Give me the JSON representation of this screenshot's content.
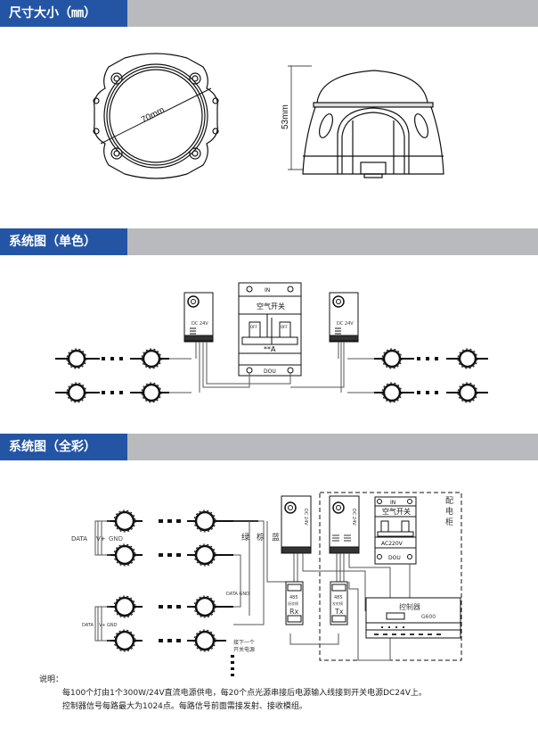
{
  "sections": {
    "size": {
      "title": "尺寸大小（㎜）"
    },
    "mono": {
      "title": "系统图（单色）"
    },
    "full": {
      "title": "系统图（全彩）"
    }
  },
  "dimensions": {
    "diameter_label": "70mm",
    "height_label": "53mm"
  },
  "mono_diagram": {
    "psu_label": "DC 24V",
    "breaker_in": "IN",
    "breaker_name": "空气开关",
    "breaker_off": "OFF",
    "breaker_rating": "**A",
    "breaker_out": "DOU"
  },
  "full_diagram": {
    "data_label": "DATA",
    "vplus_label": "V+",
    "gnd_label": "GND",
    "wire_green": "绿",
    "wire_brown": "棕",
    "wire_blue": "蓝",
    "psu_label": "DC 24V",
    "breaker_in": "IN",
    "breaker_name": "空气开关",
    "breaker_voltage": "AC220V",
    "breaker_out": "DOU",
    "cabinet_label": [
      "配",
      "电",
      "柜"
    ],
    "data_gnd_label": "DATA GND",
    "rx_num": "485",
    "rx_name": "接收模",
    "rx_code": "Rx",
    "tx_num": "485",
    "tx_name": "发射模",
    "tx_code": "Tx",
    "controller_name": "控制器",
    "controller_model": "G600",
    "next_switch": [
      "接下一个",
      "开关电源"
    ]
  },
  "notes": {
    "heading": "说明：",
    "lines": [
      "每100个灯由1个300W/24V直流电源供电，每20个点光源串接后电源输入线接到开关电源DC24V上。",
      "控制器信号每路最大为1024点。每路信号前面需接发射、接收模组。"
    ]
  },
  "colors": {
    "header_blue": "#2455a4",
    "header_gray": "#b9babd"
  }
}
